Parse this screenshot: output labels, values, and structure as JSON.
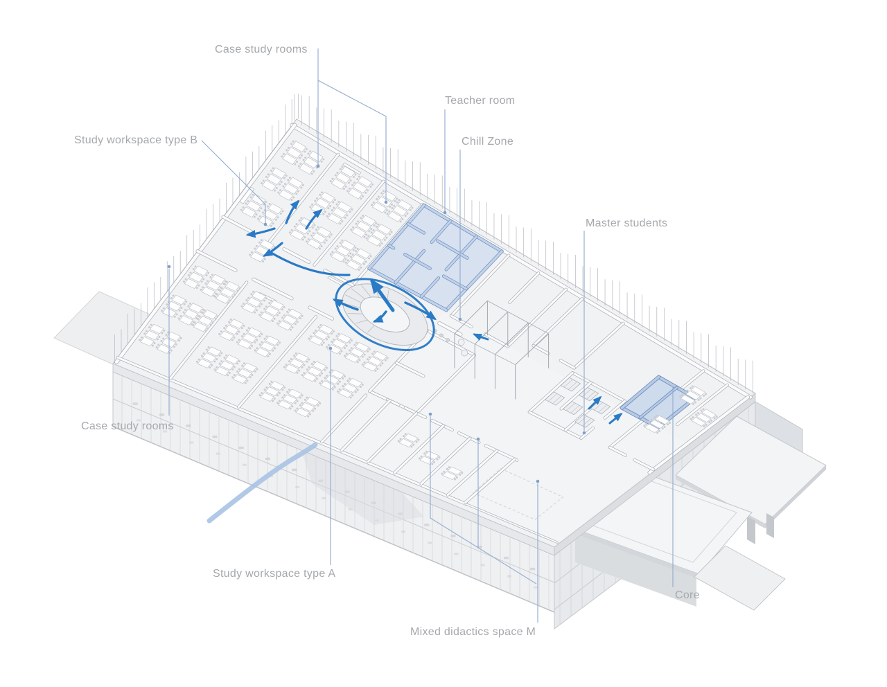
{
  "figure": {
    "alt": "Axonometric cutaway diagram of a school building floor plan with labelled program zones, circulation arrows and highlighted rooms"
  },
  "labels": [
    {
      "id": "case-study-rooms-top",
      "text": "Case study rooms"
    },
    {
      "id": "teacher-room",
      "text": "Teacher room"
    },
    {
      "id": "chill-zone",
      "text": "Chill Zone"
    },
    {
      "id": "study-workspace-type-b",
      "text": "Study workspace type B"
    },
    {
      "id": "master-students",
      "text": "Master students"
    },
    {
      "id": "case-study-rooms-left",
      "text": "Case study rooms"
    },
    {
      "id": "study-workspace-type-a",
      "text": "Study workspace type A"
    },
    {
      "id": "mixed-didactics-space-m",
      "text": "Mixed didactics space M"
    },
    {
      "id": "core",
      "text": "Core"
    }
  ],
  "highlighted_zones": [
    {
      "id": "teacher-room-chill-zone-cluster",
      "fill": "#d6e1f0",
      "wall": "#7495c2"
    },
    {
      "id": "core-room-box",
      "fill": "#cbd9ec",
      "wall": "#6e90bf"
    }
  ],
  "palette": {
    "background": "#ffffff",
    "label_text": "#a5a8ac",
    "leader_line": "#93acd0",
    "leader_dot": "#7fa0c8",
    "flow_arrow": "#2a7ac5",
    "entry_path": "#a9c3e3",
    "building_line": "#b4b8bd",
    "building_fill": "#f1f2f4"
  }
}
